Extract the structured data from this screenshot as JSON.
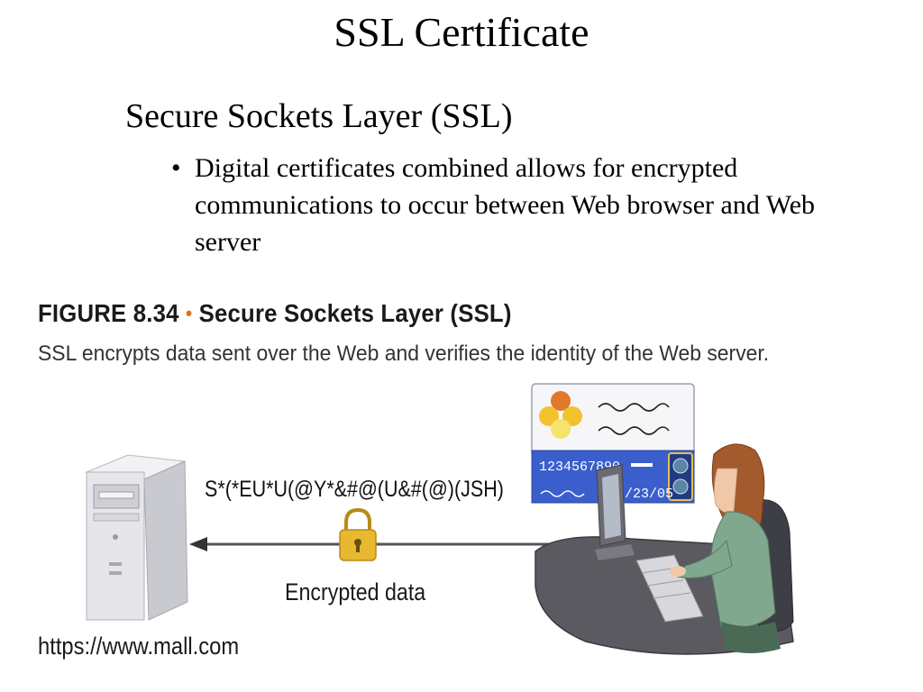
{
  "slide": {
    "title": "SSL Certificate",
    "subtitle": "Secure Sockets Layer (SSL)",
    "bullet": "Digital certificates combined allows for encrypted communications to occur between Web browser and Web server"
  },
  "figure": {
    "number": "FIGURE 8.34",
    "separator": "•",
    "name": "Secure Sockets Layer (SSL)",
    "caption": "SSL encrypts data sent over the Web and verifies the identity of the Web server.",
    "ciphertext": "S*(*EU*U(@Y*&#@(U&#(@)(JSH)",
    "arrow_label": "Encrypted data",
    "server_url": "https://www.mall.com",
    "card": {
      "number": "1234567890",
      "expiry": "5/23/05"
    }
  },
  "colors": {
    "accent": "#e0701c",
    "card_blue": "#3a5fcd",
    "lock_gold": "#e8b830",
    "shirt_green": "#7fa88e"
  },
  "icons": [
    "server-icon",
    "padlock-icon",
    "credit-card-icon",
    "user-at-computer-icon"
  ]
}
